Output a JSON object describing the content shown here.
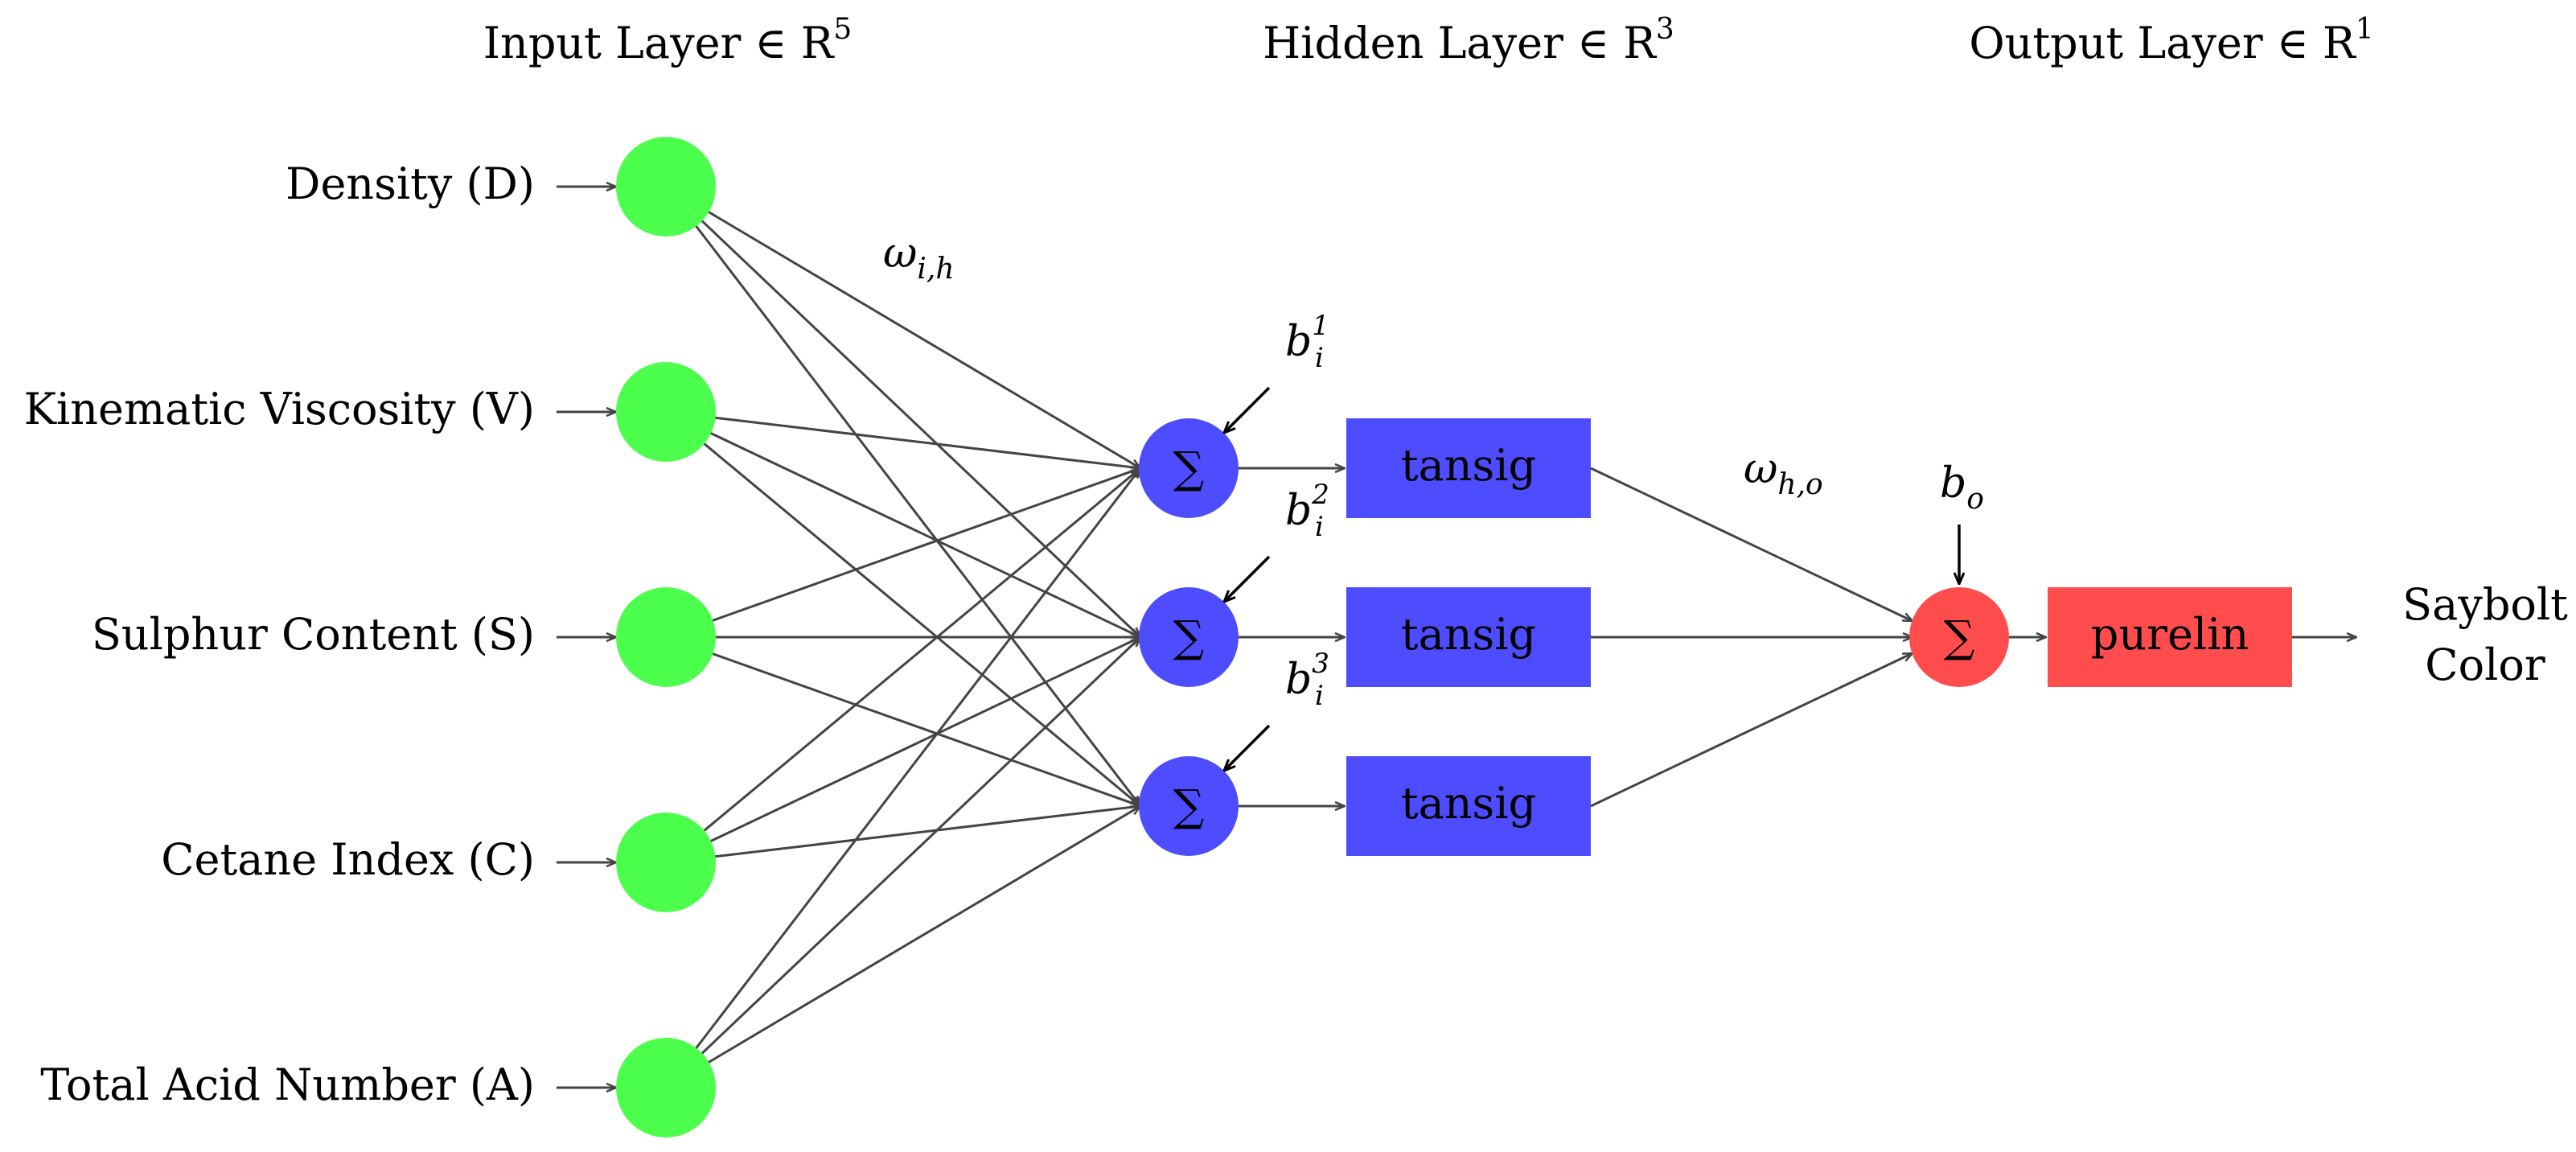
{
  "layers": {
    "input_title": "Input Layer",
    "input_dim": "5",
    "hidden_title": "Hidden Layer",
    "hidden_dim": "3",
    "output_title": "Output Layer",
    "output_dim": "1",
    "member_symbol": "∈",
    "space_symbol": "R"
  },
  "inputs": [
    "Density (D)",
    "Kinematic Viscosity (V)",
    "Sulphur Content (S)",
    "Cetane Index (C)",
    "Total Acid Number (A)"
  ],
  "summation_symbol": "∑",
  "weights": {
    "input_hidden": {
      "base": "ω",
      "sub": "i,h"
    },
    "hidden_output": {
      "base": "ω",
      "sub": "h,o"
    }
  },
  "hidden_biases": [
    {
      "base": "b",
      "sub": "i",
      "sup": "1"
    },
    {
      "base": "b",
      "sub": "i",
      "sup": "2"
    },
    {
      "base": "b",
      "sub": "i",
      "sup": "3"
    }
  ],
  "output_bias": {
    "base": "b",
    "sub": "o"
  },
  "hidden_activation": [
    "tansig",
    "tansig",
    "tansig"
  ],
  "output_activation": "purelin",
  "output_label": [
    "Saybolt",
    "Color"
  ],
  "colors": {
    "input_node": "#4dff4d",
    "hidden_node": "#4d4dff",
    "output_node": "#ff4d4d"
  }
}
